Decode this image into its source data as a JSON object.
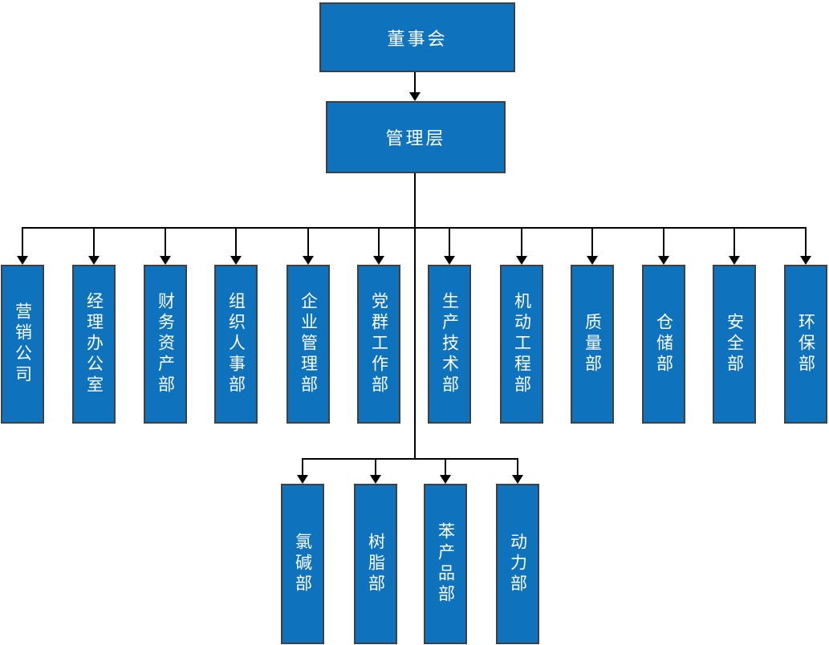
{
  "diagram": {
    "type": "org-chart",
    "root": {
      "label": "董事会"
    },
    "management": {
      "label": "管理层"
    },
    "departments": [
      {
        "label": "营销公司"
      },
      {
        "label": "经理办公室"
      },
      {
        "label": "财务资产部"
      },
      {
        "label": "组织人事部"
      },
      {
        "label": "企业管理部"
      },
      {
        "label": "党群工作部"
      },
      {
        "label": "生产技术部"
      },
      {
        "label": "机动工程部"
      },
      {
        "label": "质量部"
      },
      {
        "label": "仓储部"
      },
      {
        "label": "安全部"
      },
      {
        "label": "环保部"
      }
    ],
    "production_departments": [
      {
        "label": "氯碱部"
      },
      {
        "label": "树脂部"
      },
      {
        "label": "苯产品部"
      },
      {
        "label": "动力部"
      }
    ]
  },
  "colors": {
    "node_fill": "#0F72BC",
    "node_border": "#404040",
    "node_text": "#FFFFFF",
    "connector": "#000000",
    "background": "#FFFFFF"
  }
}
